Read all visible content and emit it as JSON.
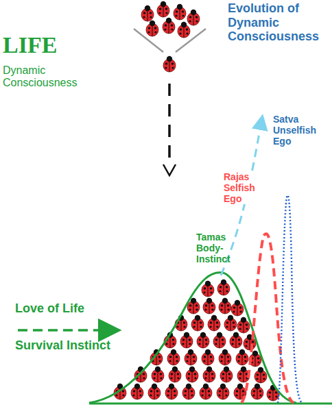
{
  "diagram": {
    "title": "LIFE",
    "labels": [
      "Dynamic Consciousness",
      "Evolution of Dynamic Consciousness",
      "Satva Unselfish Ego",
      "Rajas Selfish Ego",
      "Tamas Body-Instinct",
      "Love of Life",
      "Survival Instinct"
    ]
  }
}
